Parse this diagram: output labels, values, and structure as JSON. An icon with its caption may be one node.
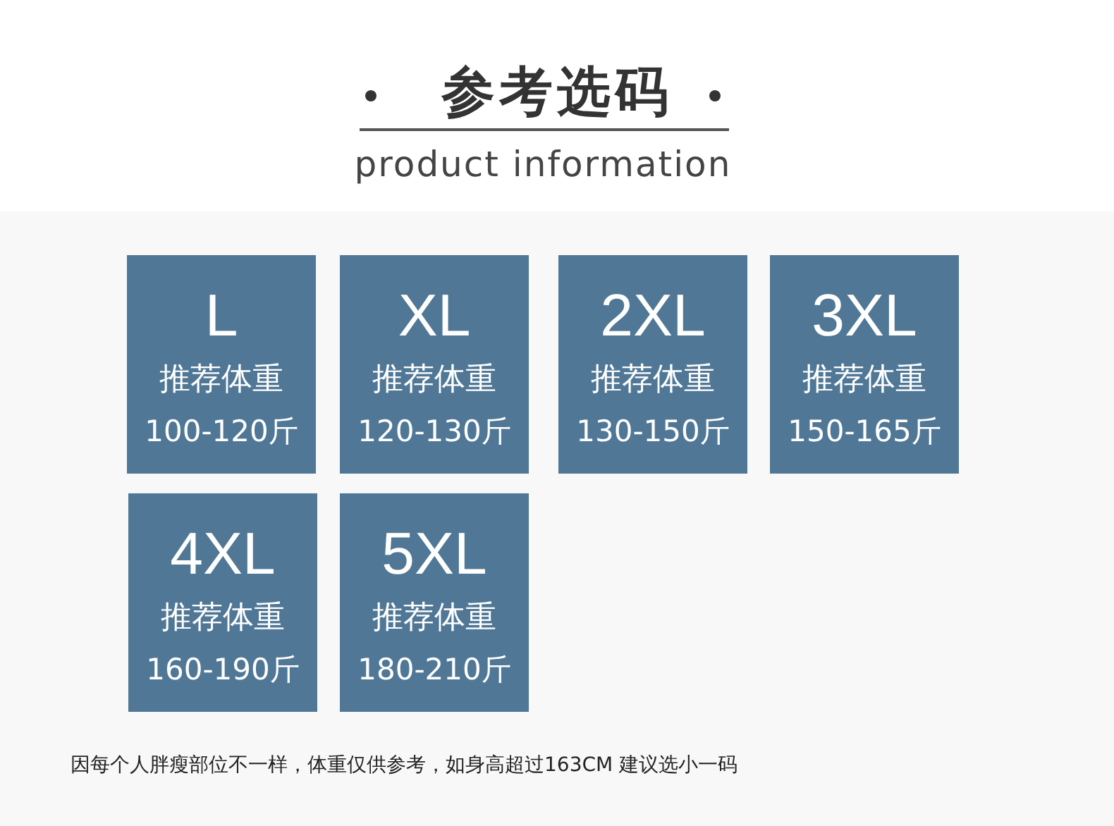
{
  "diagram": {
    "title": "参考选码",
    "nodes": [
      {
        "text": [
          "L",
          "推荐体重",
          "100-120斤"
        ]
      },
      {
        "text": [
          "XL",
          "推荐体重",
          "120-130斤"
        ]
      },
      {
        "text": [
          "2XL",
          "推荐体重",
          "130-150斤"
        ]
      },
      {
        "text": [
          "3XL",
          "推荐体重",
          "150-165斤"
        ]
      },
      {
        "text": [
          "4XL",
          "推荐体重",
          "160-190斤"
        ]
      },
      {
        "text": [
          "5XL",
          "推荐体重",
          "180-210斤"
        ]
      }
    ],
    "labels": [
      "product information",
      "因每个人胖瘦部位不一样，体重仅供参考，如身高超过163CM 建议选小一码"
    ]
  }
}
